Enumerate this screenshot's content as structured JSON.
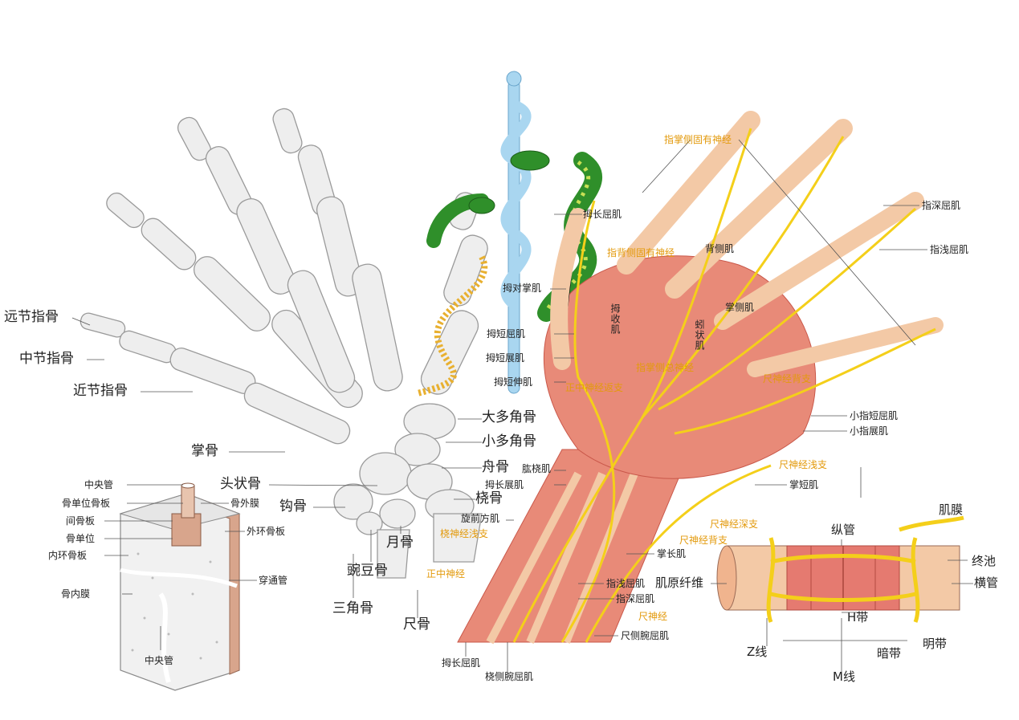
{
  "colors": {
    "bone": "#eeeeee",
    "bone_outline": "#9a9a9a",
    "muscle": "#e88a78",
    "muscle_dark": "#c9584a",
    "tendon": "#f3c9a6",
    "nerve": "#f4cf1a",
    "nerve_label": "#e39a0c",
    "caduceus_staff": "#a9d6f0",
    "snake": "#2f8f2a",
    "snake_spots": "#c8e055",
    "centipede": "#e8b030",
    "periosteum": "#d8a58c",
    "myofibril": "#e57a70"
  },
  "icons": [
    "caduceus-staff-icon",
    "snake-icon",
    "centipede-icon",
    "hand-skeleton-icon",
    "hand-muscle-icon",
    "bone-section-icon",
    "muscle-fiber-icon"
  ],
  "labels": {
    "hand_bones": [
      {
        "key": "distal_phalanx",
        "text": "远节指骨"
      },
      {
        "key": "middle_phalanx",
        "text": "中节指骨"
      },
      {
        "key": "proximal_phalanx",
        "text": "近节指骨"
      },
      {
        "key": "metacarpal",
        "text": "掌骨"
      },
      {
        "key": "trapezium",
        "text": "大多角骨"
      },
      {
        "key": "trapezoid",
        "text": "小多角骨"
      },
      {
        "key": "capitate",
        "text": "头状骨"
      },
      {
        "key": "scaphoid",
        "text": "舟骨"
      },
      {
        "key": "hamate",
        "text": "钩骨"
      },
      {
        "key": "radius",
        "text": "桡骨"
      },
      {
        "key": "lunate",
        "text": "月骨"
      },
      {
        "key": "pisiform",
        "text": "豌豆骨"
      },
      {
        "key": "triquetrum",
        "text": "三角骨"
      },
      {
        "key": "ulna",
        "text": "尺骨"
      }
    ],
    "bone_section": [
      {
        "key": "central_canal_top",
        "text": "中央管"
      },
      {
        "key": "osteon_lamella",
        "text": "骨单位骨板"
      },
      {
        "key": "periosteum",
        "text": "骨外膜"
      },
      {
        "key": "interstitial",
        "text": "间骨板"
      },
      {
        "key": "osteon",
        "text": "骨单位"
      },
      {
        "key": "outer_circumferential",
        "text": "外环骨板"
      },
      {
        "key": "inner_circumferential",
        "text": "内环骨板"
      },
      {
        "key": "perforating_canal",
        "text": "穿通管"
      },
      {
        "key": "endosteum",
        "text": "骨内膜"
      },
      {
        "key": "central_canal_bottom",
        "text": "中央管"
      }
    ],
    "muscles": [
      {
        "key": "fpl_top",
        "text": "拇长屈肌"
      },
      {
        "key": "opponens",
        "text": "拇对掌肌"
      },
      {
        "key": "fpb",
        "text": "拇短屈肌"
      },
      {
        "key": "apb",
        "text": "拇短展肌"
      },
      {
        "key": "epb",
        "text": "拇短伸肌"
      },
      {
        "key": "adductor",
        "text": "拇收肌"
      },
      {
        "key": "lumbrical",
        "text": "蚓状肌"
      },
      {
        "key": "dorsal_interossei",
        "text": "背侧肌"
      },
      {
        "key": "palmar_interossei",
        "text": "掌侧肌"
      },
      {
        "key": "fdp_top",
        "text": "指深屈肌"
      },
      {
        "key": "fds_top",
        "text": "指浅屈肌"
      },
      {
        "key": "fdm_brevis",
        "text": "小指短屈肌"
      },
      {
        "key": "adm",
        "text": "小指展肌"
      },
      {
        "key": "palmaris_brevis",
        "text": "掌短肌"
      },
      {
        "key": "brachioradialis",
        "text": "肱桡肌"
      },
      {
        "key": "apl",
        "text": "拇长展肌"
      },
      {
        "key": "pronator_quadratus",
        "text": "旋前方肌"
      },
      {
        "key": "palmaris_longus",
        "text": "掌长肌"
      },
      {
        "key": "fds_bottom",
        "text": "指浅屈肌"
      },
      {
        "key": "fdp_bottom",
        "text": "指深屈肌"
      },
      {
        "key": "fcu",
        "text": "尺侧腕屈肌"
      },
      {
        "key": "fpl_bottom",
        "text": "拇长屈肌"
      },
      {
        "key": "fcr",
        "text": "桡侧腕屈肌"
      }
    ],
    "nerves": [
      {
        "key": "proper_digital",
        "text": "指掌侧固有神经"
      },
      {
        "key": "dorsal_proper_digital",
        "text": "指背侧固有神经"
      },
      {
        "key": "common_digital",
        "text": "指掌侧总神经"
      },
      {
        "key": "median_recurrent",
        "text": "正中神经返支"
      },
      {
        "key": "ulnar_dorsal_branch_upper",
        "text": "尺神经背支"
      },
      {
        "key": "ulnar_superficial",
        "text": "尺神经浅支"
      },
      {
        "key": "ulnar_deep",
        "text": "尺神经深支"
      },
      {
        "key": "ulnar_dorsal",
        "text": "尺神经背支"
      },
      {
        "key": "radial_superficial",
        "text": "桡神经浅支"
      },
      {
        "key": "median",
        "text": "正中神经"
      },
      {
        "key": "ulnar",
        "text": "尺神经"
      }
    ],
    "fiber": [
      {
        "key": "sarcolemma",
        "text": "肌膜"
      },
      {
        "key": "longitudinal_tubule",
        "text": "纵管"
      },
      {
        "key": "terminal_cisterna",
        "text": "终池"
      },
      {
        "key": "myofibril",
        "text": "肌原纤维"
      },
      {
        "key": "transverse_tubule",
        "text": "横管"
      },
      {
        "key": "h_band",
        "text": "H带"
      },
      {
        "key": "z_line",
        "text": "Z线"
      },
      {
        "key": "a_band",
        "text": "暗带"
      },
      {
        "key": "i_band",
        "text": "明带"
      },
      {
        "key": "m_line",
        "text": "M线"
      }
    ]
  }
}
